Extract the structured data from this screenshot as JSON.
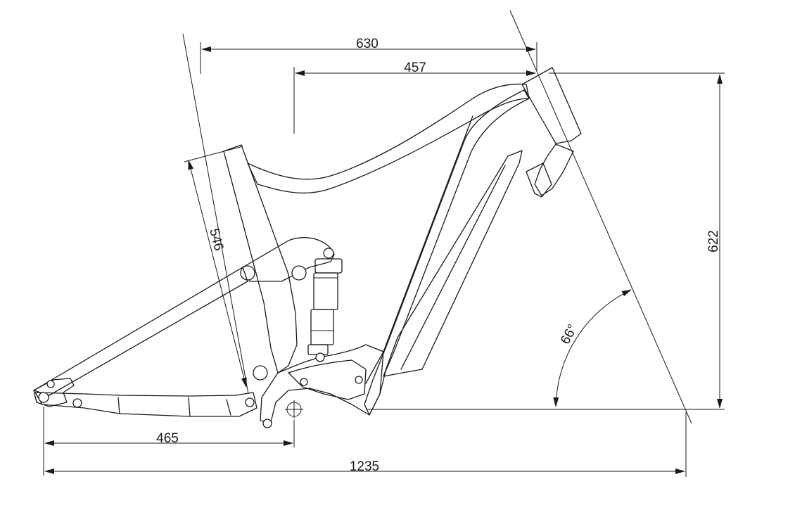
{
  "dimensions": {
    "effective_top_tube": "630",
    "reach": "457",
    "seat_tube": "546",
    "stack": "622",
    "head_angle": "66°",
    "chainstay": "465",
    "wheelbase": "1235"
  }
}
